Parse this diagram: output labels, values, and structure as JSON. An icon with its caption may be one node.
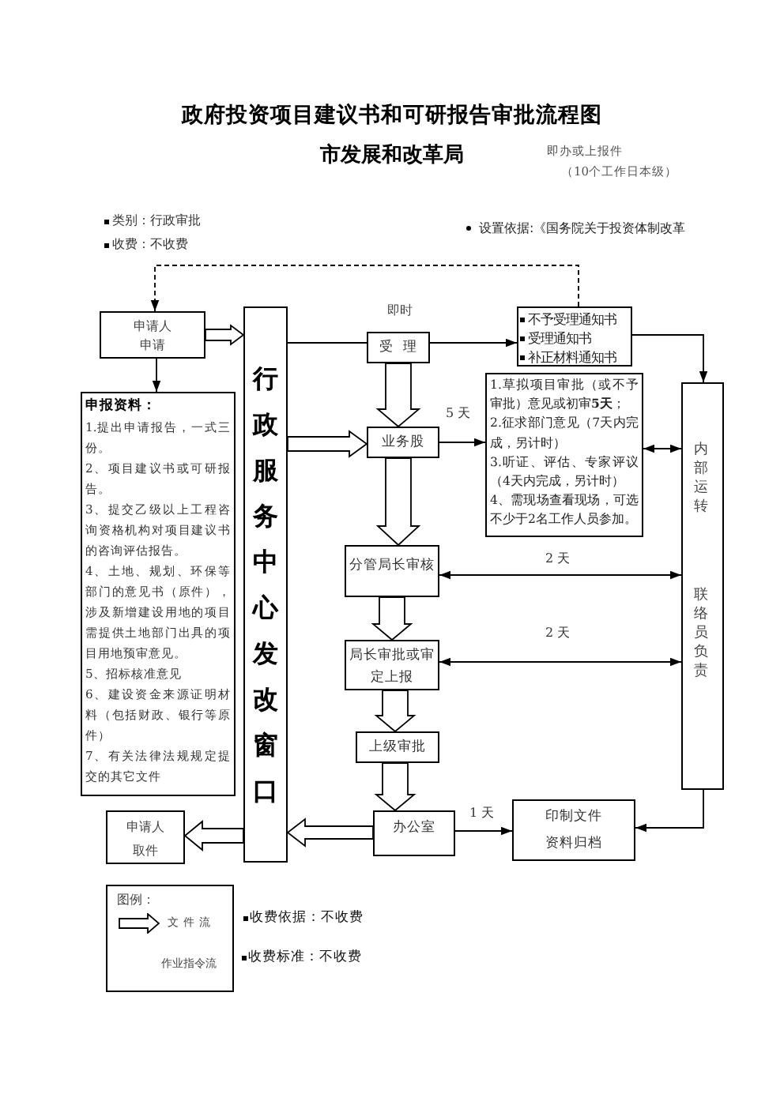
{
  "diagram": {
    "title": "政府投资项目建议书和可研报告审批流程图",
    "nodes": [
      {
        "text": [
          "申请人申请"
        ]
      },
      {
        "text": [
          "申报资料：",
          "1.提出申请报告，一式三份。",
          "2、项目建议书或可研报告。",
          "3、提交乙级以上工程咨询资格机构对项目建议书的咨询评估报告。",
          "4、土地、规划、环保等部门的意见书（原件），涉及新增建设用地的项目需提供土地部门出具的项目用地预审意见。",
          "5、招标核准意见",
          "6、建设资金来源证明材料（包括财政、银行等原件）",
          "7、有关法律法规规定提交的其它文件"
        ]
      },
      {
        "text": [
          "行政服务中心发改窗口"
        ]
      },
      {
        "text": [
          "受理"
        ],
        "beside": [
          "即时"
        ]
      },
      {
        "text": [
          "不予受理通知书",
          "受理通知书",
          "补正材料通知书"
        ]
      },
      {
        "text": [
          "业务股"
        ]
      },
      {
        "text": [
          "1.草拟项目审批（或不予审批）意见或初审**5天**；",
          "2.征求部门意见（7天内完成，另计时）",
          "3.听证、评估、专家评议（4天内完成，另计时）",
          "4、需现场查看现场，可选不少于2名工作人员参加。"
        ]
      },
      {
        "text": [
          "内部运转",
          "联络员负责"
        ]
      },
      {
        "text": [
          "分管局长审核"
        ]
      },
      {
        "text": [
          "局长审批或审定上报"
        ]
      },
      {
        "text": [
          "上级审批"
        ]
      },
      {
        "text": [
          "申请人取件"
        ]
      },
      {
        "text": [
          "办公室"
        ]
      },
      {
        "text": [
          "印制文件资料归档"
        ]
      }
    ],
    "edges": [
      {
        "from": 4,
        "to": 0,
        "arrow": "to",
        "style": "dashed"
      },
      {
        "from": 0,
        "to": 1,
        "arrow": "to"
      },
      {
        "from": 0,
        "to": 2,
        "arrow": "to",
        "style": "thick"
      },
      {
        "from": 2,
        "to": 3,
        "arrow": "none"
      },
      {
        "from": 3,
        "to": 4,
        "arrow": "to"
      },
      {
        "from": 4,
        "to": 7,
        "arrow": "to"
      },
      {
        "from": 3,
        "to": 5,
        "arrow": "to",
        "style": "thick"
      },
      {
        "from": 2,
        "to": 5,
        "arrow": "to",
        "style": "thick"
      },
      {
        "from": 5,
        "to": 6,
        "arrow": "to",
        "label": "5 天"
      },
      {
        "from": 6,
        "to": 7,
        "arrow": "both"
      },
      {
        "from": 5,
        "to": 8,
        "arrow": "to",
        "style": "thick"
      },
      {
        "from": 8,
        "to": 7,
        "arrow": "both",
        "label": "2 天"
      },
      {
        "from": 8,
        "to": 9,
        "arrow": "to",
        "style": "thick"
      },
      {
        "from": 9,
        "to": 7,
        "arrow": "both",
        "label": "2 天"
      },
      {
        "from": 9,
        "to": 10,
        "arrow": "to",
        "style": "thick"
      },
      {
        "from": 10,
        "to": 12,
        "arrow": "to",
        "style": "thick"
      },
      {
        "from": 12,
        "to": 13,
        "arrow": "to",
        "label": "1 天"
      },
      {
        "from": 7,
        "to": 13,
        "arrow": "to"
      },
      {
        "from": 12,
        "to": 2,
        "arrow": "to",
        "style": "thick"
      },
      {
        "from": 2,
        "to": 11,
        "arrow": "to",
        "style": "thick"
      }
    ],
    "labels": [
      "市发展和改革局",
      "即办或上报件",
      "（10个工作日本级）",
      "类别：行政审批",
      "收费：不收费",
      "设置依据:《国务院关于投资体制改革",
      "图例：",
      "收费依据：不收费",
      "收费标准：不收费"
    ],
    "legend": [
      {
        "text": "文件流"
      },
      {
        "text": "作业指令流"
      }
    ]
  }
}
